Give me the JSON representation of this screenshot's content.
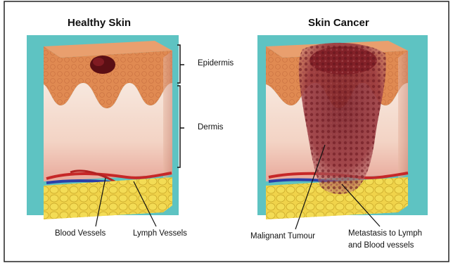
{
  "panels": [
    {
      "title": "Healthy Skin"
    },
    {
      "title": "Skin Cancer"
    }
  ],
  "layer_labels": {
    "epidermis": "Epidermis",
    "dermis": "Dermis"
  },
  "healthy_labels": {
    "blood_vessels": "Blood Vessels",
    "lymph_vessels": "Lymph Vessels"
  },
  "cancer_labels": {
    "tumour": "Malignant Tumour",
    "metastasis_line1": "Metastasis to Lymph",
    "metastasis_line2": "and Blood vessels"
  },
  "colors": {
    "background_panel": "#5ec3c2",
    "epidermis": "#e08a52",
    "dermis": "#f5dfd2",
    "fat": "#f0d34a",
    "blood_vessel": "#c62828",
    "lymph_vessel": "#2b3fa8",
    "tumour": "#8e2a30"
  }
}
